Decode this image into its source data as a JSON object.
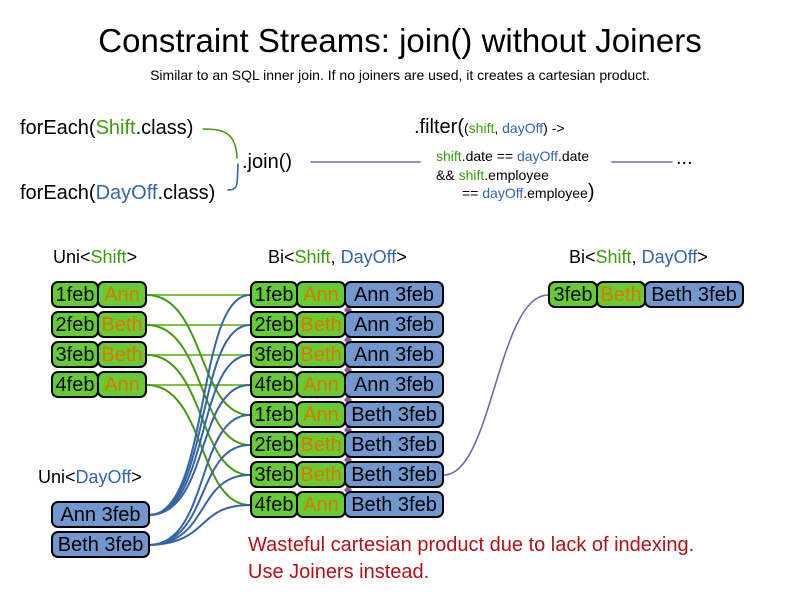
{
  "title": "Constraint Streams: join() without Joiners",
  "subtitle": "Similar to an SQL inner join. If no joiners are used, it creates a cartesian product.",
  "code": {
    "foreach_shift": [
      {
        "t": "forEach("
      },
      {
        "t": "Shift",
        "c": "green"
      },
      {
        "t": ".class)"
      }
    ],
    "foreach_dayoff": [
      {
        "t": "forEach("
      },
      {
        "t": "DayOff",
        "c": "blue"
      },
      {
        "t": ".class)"
      }
    ],
    "join_label": ".join()",
    "filter_line1": [
      {
        "t": ".filter(",
        "big": true
      },
      {
        "t": "("
      },
      {
        "t": "shift",
        "c": "green"
      },
      {
        "t": ", "
      },
      {
        "t": "dayOff",
        "c": "blue"
      },
      {
        "t": ") ->"
      }
    ],
    "filter_line2": [
      {
        "t": "shift",
        "c": "green"
      },
      {
        "t": ".date == "
      },
      {
        "t": "dayOff",
        "c": "blue"
      },
      {
        "t": ".date"
      }
    ],
    "filter_line3": [
      {
        "t": "&& "
      },
      {
        "t": "shift",
        "c": "green"
      },
      {
        "t": ".employee"
      }
    ],
    "filter_line4": [
      {
        "t": "== "
      },
      {
        "t": "dayOff",
        "c": "blue"
      },
      {
        "t": ".employee"
      },
      {
        "t": ")",
        "big": true
      }
    ],
    "ellipsis": "..."
  },
  "labels": {
    "uni_shift": [
      {
        "t": "Uni<"
      },
      {
        "t": "Shift",
        "c": "green"
      },
      {
        "t": ">"
      }
    ],
    "bi_mid": [
      {
        "t": "Bi<"
      },
      {
        "t": "Shift",
        "c": "green"
      },
      {
        "t": ", "
      },
      {
        "t": "DayOff",
        "c": "blue"
      },
      {
        "t": ">"
      }
    ],
    "bi_right": [
      {
        "t": "Bi<"
      },
      {
        "t": "Shift",
        "c": "green"
      },
      {
        "t": ", "
      },
      {
        "t": "DayOff",
        "c": "blue"
      },
      {
        "t": ">"
      }
    ],
    "uni_dayoff": [
      {
        "t": "Uni<"
      },
      {
        "t": "DayOff",
        "c": "blue"
      },
      {
        "t": ">"
      }
    ]
  },
  "tables": {
    "uni_shift_rows": [
      {
        "date": "1feb",
        "employee": "Ann"
      },
      {
        "date": "2feb",
        "employee": "Beth"
      },
      {
        "date": "3feb",
        "employee": "Beth"
      },
      {
        "date": "4feb",
        "employee": "Ann"
      }
    ],
    "bi_mid_rows": [
      {
        "date": "1feb",
        "employee": "Ann",
        "dayoff": "Ann 3feb"
      },
      {
        "date": "2feb",
        "employee": "Beth",
        "dayoff": "Ann 3feb"
      },
      {
        "date": "3feb",
        "employee": "Beth",
        "dayoff": "Ann 3feb"
      },
      {
        "date": "4feb",
        "employee": "Ann",
        "dayoff": "Ann 3feb"
      },
      {
        "date": "1feb",
        "employee": "Ann",
        "dayoff": "Beth 3feb"
      },
      {
        "date": "2feb",
        "employee": "Beth",
        "dayoff": "Beth 3feb"
      },
      {
        "date": "3feb",
        "employee": "Beth",
        "dayoff": "Beth 3feb"
      },
      {
        "date": "4feb",
        "employee": "Ann",
        "dayoff": "Beth 3feb"
      }
    ],
    "bi_right_rows": [
      {
        "date": "3feb",
        "employee": "Beth",
        "dayoff": "Beth 3feb"
      }
    ],
    "uni_dayoff_rows": [
      "Ann 3feb",
      "Beth 3feb"
    ]
  },
  "note": {
    "line1": "Wasteful cartesian product due to lack of indexing.",
    "line2": "Use Joiners instead."
  },
  "colors": {
    "green_box": "#66CC33",
    "blue_box": "#7296CE",
    "orange_text": "#E57200",
    "green_text": "#3D9B0B",
    "blue_text": "#3366AA",
    "line_green_light": "#7DC242",
    "line_green_dark": "#459A14",
    "line_blue": "#3465A4",
    "line_purple": "#7E62A1",
    "note_red": "#B11117",
    "diamond": "#8E5A8E"
  }
}
